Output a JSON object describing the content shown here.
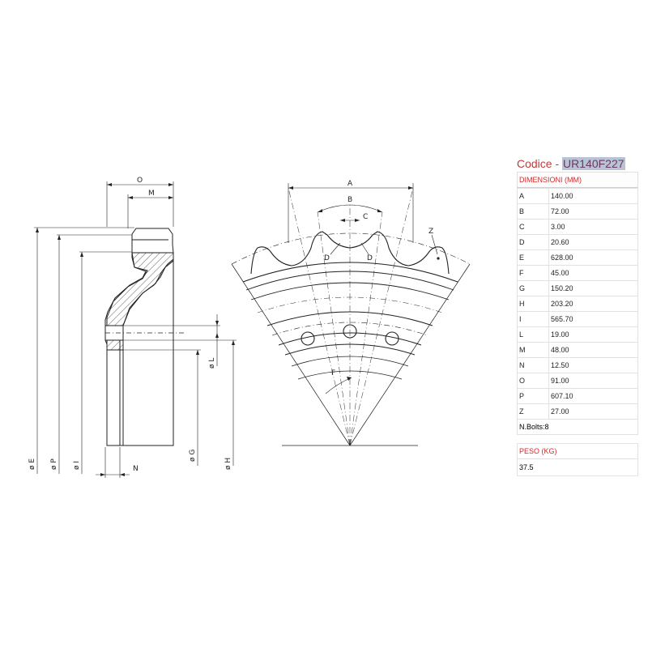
{
  "spec": {
    "code_label": "Codice - ",
    "code_value": "UR140F227",
    "dimensions_header": "DIMENSIONI (MM)",
    "dimensions": [
      {
        "key": "A",
        "value": "140.00"
      },
      {
        "key": "B",
        "value": "72.00"
      },
      {
        "key": "C",
        "value": "3.00"
      },
      {
        "key": "D",
        "value": "20.60"
      },
      {
        "key": "E",
        "value": "628.00"
      },
      {
        "key": "F",
        "value": "45.00"
      },
      {
        "key": "G",
        "value": "150.20"
      },
      {
        "key": "H",
        "value": "203.20"
      },
      {
        "key": "I",
        "value": "565.70"
      },
      {
        "key": "L",
        "value": "19.00"
      },
      {
        "key": "M",
        "value": "48.00"
      },
      {
        "key": "N",
        "value": "12.50"
      },
      {
        "key": "O",
        "value": "91.00"
      },
      {
        "key": "P",
        "value": "607.10"
      },
      {
        "key": "Z",
        "value": "27.00"
      }
    ],
    "bolts": "N.Bolts:8",
    "weight_header": "PESO (KG)",
    "weight_value": "37.5"
  },
  "drawing": {
    "section_labels": {
      "O": "O",
      "M": "M",
      "N": "N",
      "E": "ø E",
      "P": "ø P",
      "I": "ø I",
      "G": "ø G",
      "H": "ø H",
      "L": "ø L"
    },
    "front_labels": {
      "A": "A",
      "B": "B",
      "C": "C",
      "D_left": "D",
      "D_right": "D",
      "Z": "Z",
      "F": "F"
    },
    "colors": {
      "line": "#222222",
      "hatch": "#444444",
      "label_red": "#d22c2c",
      "code_red": "#c33a3a",
      "code_highlight": "#b9c3d6"
    }
  }
}
